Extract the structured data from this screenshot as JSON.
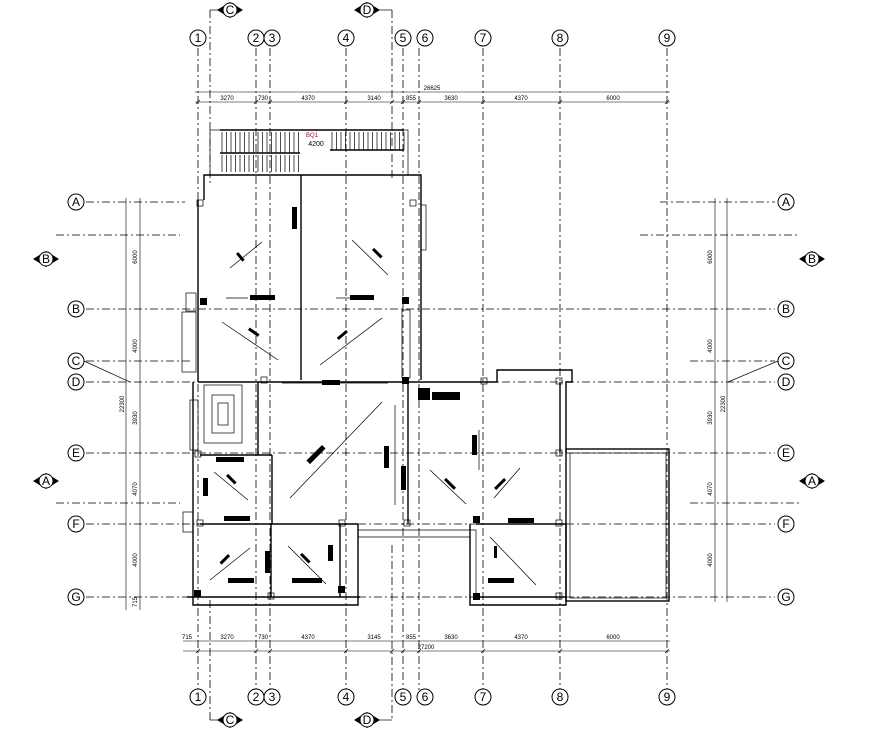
{
  "columns": [
    "1",
    "2",
    "3",
    "4",
    "5",
    "6",
    "7",
    "8",
    "9"
  ],
  "section_markers_vertical": [
    "C",
    "D"
  ],
  "rows_left": [
    "A",
    "B",
    "B",
    "C",
    "D",
    "E",
    "A",
    "F",
    "G"
  ],
  "rows_right": [
    "A",
    "B",
    "B",
    "C",
    "D",
    "E",
    "A",
    "F",
    "G"
  ],
  "top_dimensions": {
    "overall": "26625",
    "segments": [
      "3270",
      "730",
      "4370",
      "3140",
      "855",
      "3630",
      "4370",
      "6000"
    ]
  },
  "bottom_dimensions": {
    "overall": "27200",
    "segments": [
      "715",
      "3270",
      "730",
      "4370",
      "3145",
      "855",
      "3630",
      "4370",
      "6000"
    ]
  },
  "left_dimensions": {
    "overall": "22300",
    "segments": [
      "6000",
      "4000",
      "3930",
      "4070",
      "4000",
      "715"
    ]
  },
  "right_dimensions": {
    "overall": "22300",
    "segments": [
      "6000",
      "4000",
      "3930",
      "4070",
      "4000"
    ]
  },
  "stair_label": "4200",
  "stair_tag": "BQ1"
}
